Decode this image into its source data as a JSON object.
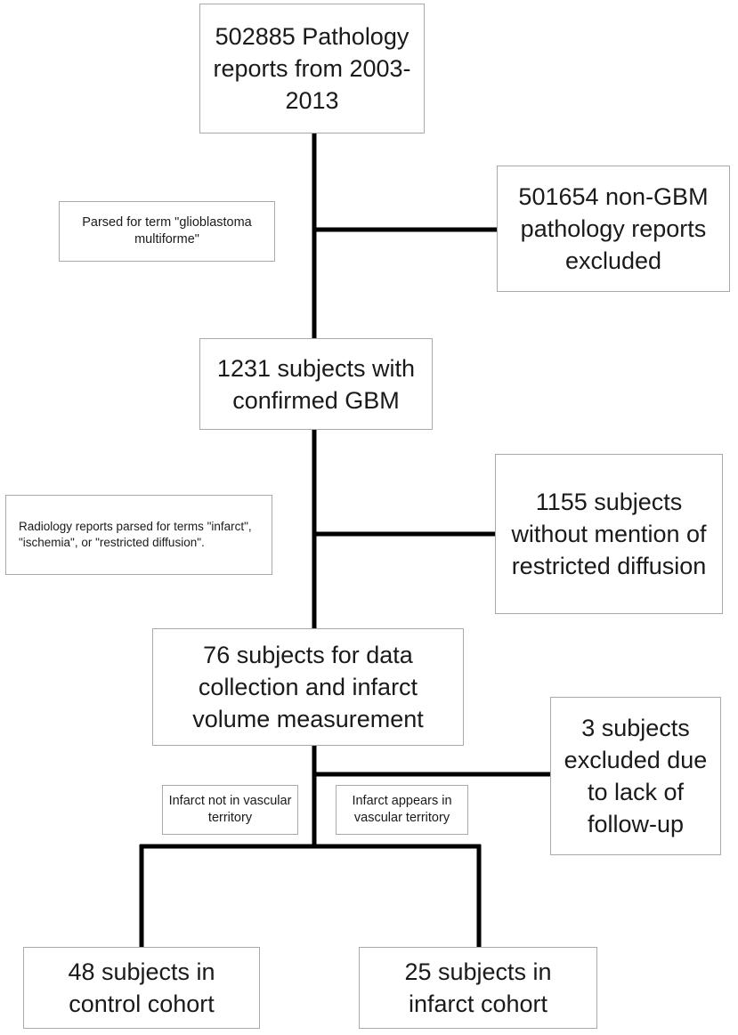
{
  "boxes": {
    "pathology_reports": "502885 Pathology reports from 2003-2013",
    "parsed_term_note": "Parsed for term \"glioblastoma multiforme\"",
    "non_gbm_excluded": "501654 non-GBM pathology reports excluded",
    "confirmed_gbm": "1231 subjects with confirmed GBM",
    "radiology_parse_note": "Radiology reports parsed for terms \"infarct\", \"ischemia\", or \"restricted diffusion\".",
    "no_restricted_diffusion": "1155 subjects without mention of restricted diffusion",
    "data_collection": "76 subjects for data collection and infarct volume measurement",
    "lost_followup": "3 subjects excluded due to lack of follow-up",
    "not_vascular_note": "Infarct not in vascular territory",
    "vascular_note": "Infarct appears in vascular territory",
    "control_cohort": "48 subjects in control cohort",
    "infarct_cohort": "25 subjects in infarct cohort"
  }
}
